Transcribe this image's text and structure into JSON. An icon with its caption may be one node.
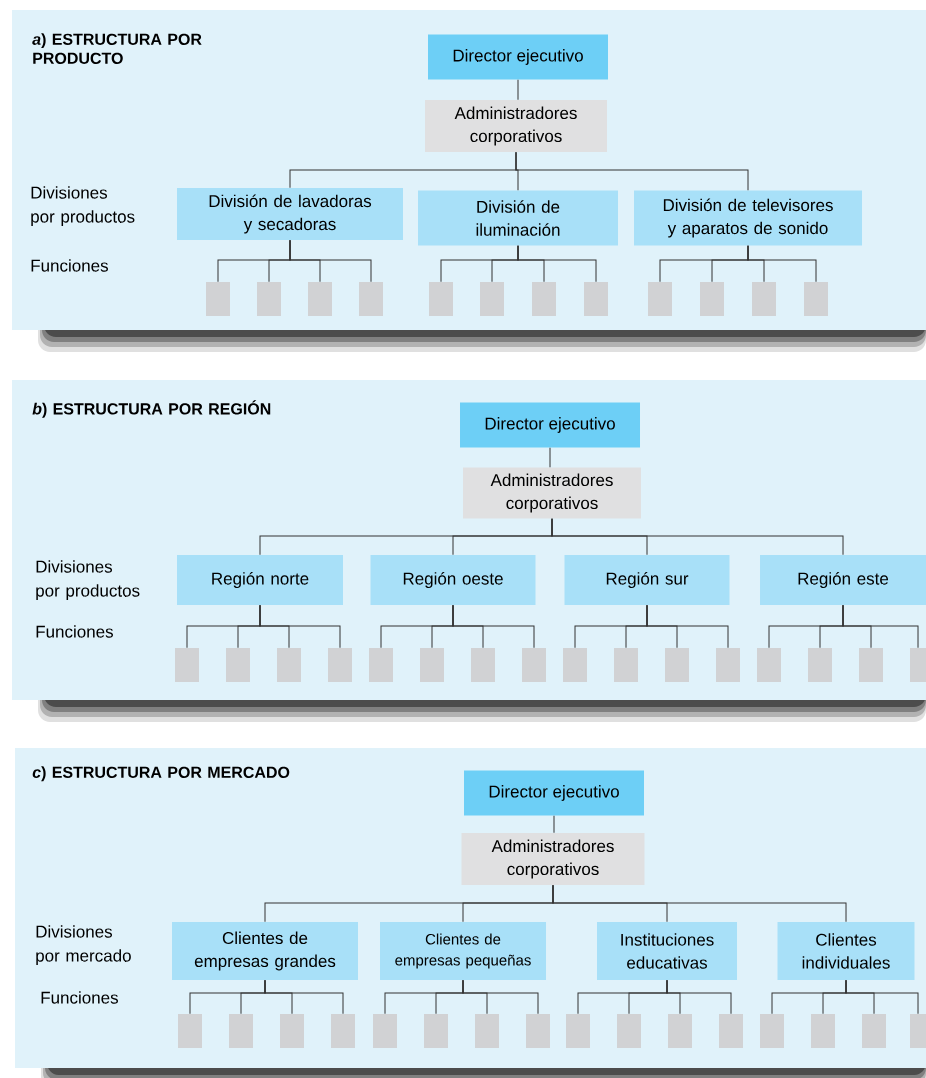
{
  "diagram": {
    "nodes": [
      {
        "text": [
          "*a*) ESTRUCTURA POR PRODUCTO"
        ]
      },
      {
        "text": [
          "Director ejecutivo"
        ],
        "in": 0
      },
      {
        "text": [
          "Administradores corporativos"
        ],
        "in": 0
      },
      {
        "text": [
          "División de lavadoras y secadoras"
        ],
        "in": 0
      },
      {
        "text": [
          "División de iluminación"
        ],
        "in": 0
      },
      {
        "text": [
          "División de televisores y aparatos de sonido"
        ],
        "in": 0
      },
      {
        "text": [],
        "shape": "box",
        "in": 0
      },
      {
        "text": [],
        "shape": "box",
        "in": 0
      },
      {
        "text": [],
        "shape": "box",
        "in": 0
      },
      {
        "text": [],
        "shape": "box",
        "in": 0
      },
      {
        "text": [],
        "shape": "box",
        "in": 0
      },
      {
        "text": [],
        "shape": "box",
        "in": 0
      },
      {
        "text": [],
        "shape": "box",
        "in": 0
      },
      {
        "text": [],
        "shape": "box",
        "in": 0
      },
      {
        "text": [],
        "shape": "box",
        "in": 0
      },
      {
        "text": [],
        "shape": "box",
        "in": 0
      },
      {
        "text": [],
        "shape": "box",
        "in": 0
      },
      {
        "text": [],
        "shape": "box",
        "in": 0
      },
      {
        "text": [
          "*b*) ESTRUCTURA POR REGIÓN"
        ]
      },
      {
        "text": [
          "Director ejecutivo"
        ],
        "in": 18
      },
      {
        "text": [
          "Administradores corporativos"
        ],
        "in": 18
      },
      {
        "text": [
          "Región norte"
        ],
        "in": 18
      },
      {
        "text": [
          "Región oeste"
        ],
        "in": 18
      },
      {
        "text": [
          "Región sur"
        ],
        "in": 18
      },
      {
        "text": [
          "Región este"
        ],
        "in": 18
      },
      {
        "text": [],
        "shape": "box",
        "in": 18
      },
      {
        "text": [],
        "shape": "box",
        "in": 18
      },
      {
        "text": [],
        "shape": "box",
        "in": 18
      },
      {
        "text": [],
        "shape": "box",
        "in": 18
      },
      {
        "text": [],
        "shape": "box",
        "in": 18
      },
      {
        "text": [],
        "shape": "box",
        "in": 18
      },
      {
        "text": [],
        "shape": "box",
        "in": 18
      },
      {
        "text": [],
        "shape": "box",
        "in": 18
      },
      {
        "text": [],
        "shape": "box",
        "in": 18
      },
      {
        "text": [],
        "shape": "box",
        "in": 18
      },
      {
        "text": [],
        "shape": "box",
        "in": 18
      },
      {
        "text": [],
        "shape": "box",
        "in": 18
      },
      {
        "text": [],
        "shape": "box",
        "in": 18
      },
      {
        "text": [],
        "shape": "box",
        "in": 18
      },
      {
        "text": [],
        "shape": "box",
        "in": 18
      },
      {
        "text": [],
        "shape": "box",
        "in": 18
      },
      {
        "text": [
          "*c*) ESTRUCTURA POR MERCADO"
        ]
      },
      {
        "text": [
          "Director ejecutivo"
        ],
        "in": 41
      },
      {
        "text": [
          "Administradores corporativos"
        ],
        "in": 41
      },
      {
        "text": [
          "Clientes de empresas grandes"
        ],
        "in": 41
      },
      {
        "text": [
          "Clientes de empresas pequeñas"
        ],
        "in": 41
      },
      {
        "text": [
          "Instituciones educativas"
        ],
        "in": 41
      },
      {
        "text": [
          "Clientes individuales"
        ],
        "in": 41
      },
      {
        "text": [],
        "shape": "box",
        "in": 41
      },
      {
        "text": [],
        "shape": "box",
        "in": 41
      },
      {
        "text": [],
        "shape": "box",
        "in": 41
      },
      {
        "text": [],
        "shape": "box",
        "in": 41
      },
      {
        "text": [],
        "shape": "box",
        "in": 41
      },
      {
        "text": [],
        "shape": "box",
        "in": 41
      },
      {
        "text": [],
        "shape": "box",
        "in": 41
      },
      {
        "text": [],
        "shape": "box",
        "in": 41
      },
      {
        "text": [],
        "shape": "box",
        "in": 41
      },
      {
        "text": [],
        "shape": "box",
        "in": 41
      },
      {
        "text": [],
        "shape": "box",
        "in": 41
      },
      {
        "text": [],
        "shape": "box",
        "in": 41
      },
      {
        "text": [],
        "shape": "box",
        "in": 41
      },
      {
        "text": [],
        "shape": "box",
        "in": 41
      },
      {
        "text": [],
        "shape": "box",
        "in": 41
      },
      {
        "text": [],
        "shape": "box",
        "in": 41
      }
    ],
    "edges": [
      {
        "from": 1,
        "to": 2,
        "arrow": "none"
      },
      {
        "from": 2,
        "to": 3,
        "arrow": "none"
      },
      {
        "from": 2,
        "to": 4,
        "arrow": "none"
      },
      {
        "from": 2,
        "to": 5,
        "arrow": "none"
      },
      {
        "from": 3,
        "to": 6,
        "arrow": "none"
      },
      {
        "from": 3,
        "to": 7,
        "arrow": "none"
      },
      {
        "from": 3,
        "to": 8,
        "arrow": "none"
      },
      {
        "from": 3,
        "to": 9,
        "arrow": "none"
      },
      {
        "from": 4,
        "to": 10,
        "arrow": "none"
      },
      {
        "from": 4,
        "to": 11,
        "arrow": "none"
      },
      {
        "from": 4,
        "to": 12,
        "arrow": "none"
      },
      {
        "from": 4,
        "to": 13,
        "arrow": "none"
      },
      {
        "from": 5,
        "to": 14,
        "arrow": "none"
      },
      {
        "from": 5,
        "to": 15,
        "arrow": "none"
      },
      {
        "from": 5,
        "to": 16,
        "arrow": "none"
      },
      {
        "from": 5,
        "to": 17,
        "arrow": "none"
      },
      {
        "from": 19,
        "to": 20,
        "arrow": "none"
      },
      {
        "from": 20,
        "to": 21,
        "arrow": "none"
      },
      {
        "from": 20,
        "to": 22,
        "arrow": "none"
      },
      {
        "from": 20,
        "to": 23,
        "arrow": "none"
      },
      {
        "from": 20,
        "to": 24,
        "arrow": "none"
      },
      {
        "from": 21,
        "to": 25,
        "arrow": "none"
      },
      {
        "from": 21,
        "to": 26,
        "arrow": "none"
      },
      {
        "from": 21,
        "to": 27,
        "arrow": "none"
      },
      {
        "from": 21,
        "to": 28,
        "arrow": "none"
      },
      {
        "from": 22,
        "to": 29,
        "arrow": "none"
      },
      {
        "from": 22,
        "to": 30,
        "arrow": "none"
      },
      {
        "from": 22,
        "to": 31,
        "arrow": "none"
      },
      {
        "from": 22,
        "to": 32,
        "arrow": "none"
      },
      {
        "from": 23,
        "to": 33,
        "arrow": "none"
      },
      {
        "from": 23,
        "to": 34,
        "arrow": "none"
      },
      {
        "from": 23,
        "to": 35,
        "arrow": "none"
      },
      {
        "from": 23,
        "to": 36,
        "arrow": "none"
      },
      {
        "from": 24,
        "to": 37,
        "arrow": "none"
      },
      {
        "from": 24,
        "to": 38,
        "arrow": "none"
      },
      {
        "from": 24,
        "to": 39,
        "arrow": "none"
      },
      {
        "from": 24,
        "to": 40,
        "arrow": "none"
      },
      {
        "from": 42,
        "to": 43,
        "arrow": "none"
      },
      {
        "from": 43,
        "to": 44,
        "arrow": "none"
      },
      {
        "from": 43,
        "to": 45,
        "arrow": "none"
      },
      {
        "from": 43,
        "to": 46,
        "arrow": "none"
      },
      {
        "from": 43,
        "to": 47,
        "arrow": "none"
      },
      {
        "from": 44,
        "to": 48,
        "arrow": "none"
      },
      {
        "from": 44,
        "to": 49,
        "arrow": "none"
      },
      {
        "from": 44,
        "to": 50,
        "arrow": "none"
      },
      {
        "from": 44,
        "to": 51,
        "arrow": "none"
      },
      {
        "from": 45,
        "to": 52,
        "arrow": "none"
      },
      {
        "from": 45,
        "to": 53,
        "arrow": "none"
      },
      {
        "from": 45,
        "to": 54,
        "arrow": "none"
      },
      {
        "from": 45,
        "to": 55,
        "arrow": "none"
      },
      {
        "from": 46,
        "to": 56,
        "arrow": "none"
      },
      {
        "from": 46,
        "to": 57,
        "arrow": "none"
      },
      {
        "from": 46,
        "to": 58,
        "arrow": "none"
      },
      {
        "from": 46,
        "to": 59,
        "arrow": "none"
      },
      {
        "from": 47,
        "to": 60,
        "arrow": "none"
      },
      {
        "from": 47,
        "to": 61,
        "arrow": "none"
      },
      {
        "from": 47,
        "to": 62,
        "arrow": "none"
      },
      {
        "from": 47,
        "to": 63,
        "arrow": "none"
      }
    ],
    "labels": [
      "Divisiones por productos",
      "Funciones",
      "Divisiones por productos",
      "Funciones",
      "Divisiones por mercado",
      "Funciones"
    ]
  }
}
